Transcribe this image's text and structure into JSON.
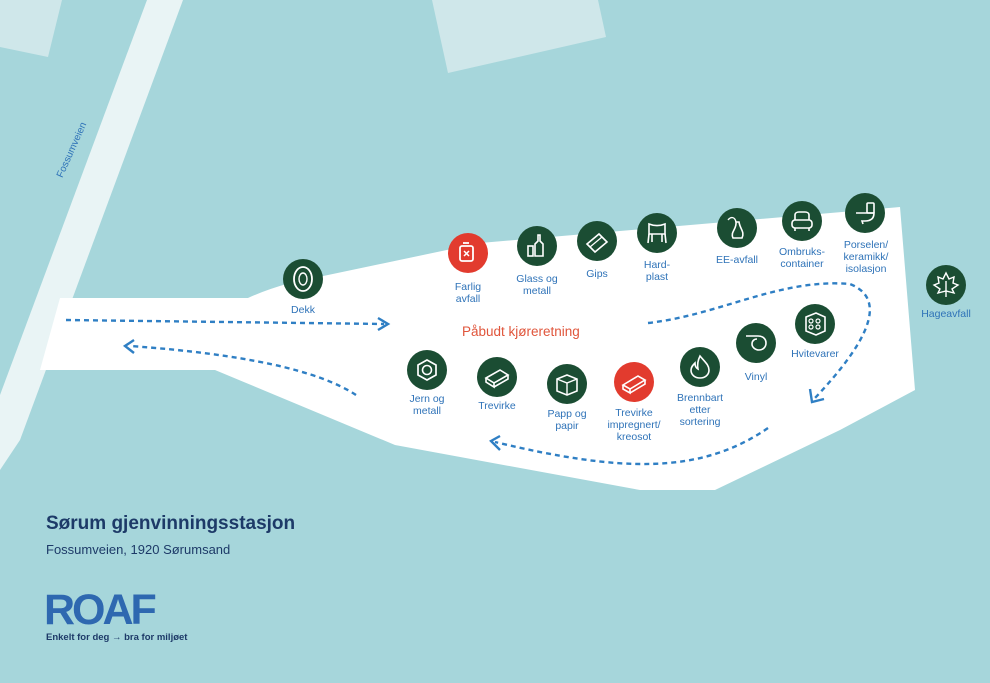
{
  "colors": {
    "water": "#a6d6db",
    "road": "#e9f4f5",
    "station_area": "#ffffff",
    "marker_green": "#1b4d33",
    "marker_red": "#e23b2e",
    "label_blue": "#2f73b8",
    "route_blue": "#2f7fc4",
    "direction_text": "#e0553b",
    "title_navy": "#1d3a68"
  },
  "road": {
    "label": "Fossumveien"
  },
  "direction_label": "Påbudt kjøreretning",
  "stations": [
    {
      "id": "dekk",
      "label": "Dekk",
      "color": "green",
      "icon": "tire-icon"
    },
    {
      "id": "farlig-avfall",
      "label": "Farlig\navfall",
      "color": "red",
      "icon": "hazard-canister-icon"
    },
    {
      "id": "glass-metall",
      "label": "Glass og\nmetall",
      "color": "green",
      "icon": "bottles-icon"
    },
    {
      "id": "gips",
      "label": "Gips",
      "color": "green",
      "icon": "gypsum-board-icon"
    },
    {
      "id": "hard-plast",
      "label": "Hard-\nplast",
      "color": "green",
      "icon": "plastic-chair-icon"
    },
    {
      "id": "ee-avfall",
      "label": "EE-avfall",
      "color": "green",
      "icon": "appliance-plug-icon"
    },
    {
      "id": "ombrukscontainer",
      "label": "Ombruks-\ncontainer",
      "color": "green",
      "icon": "armchair-icon"
    },
    {
      "id": "porselen",
      "label": "Porselen/\nkeramikk/\nisolasjon",
      "color": "green",
      "icon": "toilet-icon"
    },
    {
      "id": "hageavfall",
      "label": "Hageavfall",
      "color": "green",
      "icon": "leaf-icon"
    },
    {
      "id": "hvitevarer",
      "label": "Hvitevarer",
      "color": "green",
      "icon": "stove-icon"
    },
    {
      "id": "vinyl",
      "label": "Vinyl",
      "color": "green",
      "icon": "vinyl-roll-icon"
    },
    {
      "id": "brennbart",
      "label": "Brennbart\netter\nsortering",
      "color": "green",
      "icon": "flame-icon"
    },
    {
      "id": "trevirke-impregnert",
      "label": "Trevirke\nimpregnert/\nkreosot",
      "color": "red",
      "icon": "treated-wood-icon"
    },
    {
      "id": "papp-papir",
      "label": "Papp og\npapir",
      "color": "green",
      "icon": "cardboard-box-icon"
    },
    {
      "id": "trevirke",
      "label": "Trevirke",
      "color": "green",
      "icon": "wood-plank-icon"
    },
    {
      "id": "jern-metall",
      "label": "Jern og\nmetall",
      "color": "green",
      "icon": "hex-nut-icon"
    }
  ],
  "title": "Sørum gjenvinningsstasjon",
  "address": "Fossumveien, 1920 Sørumsand",
  "logo": {
    "text": "ROAF",
    "tagline": "Enkelt for deg → bra for miljøet"
  }
}
